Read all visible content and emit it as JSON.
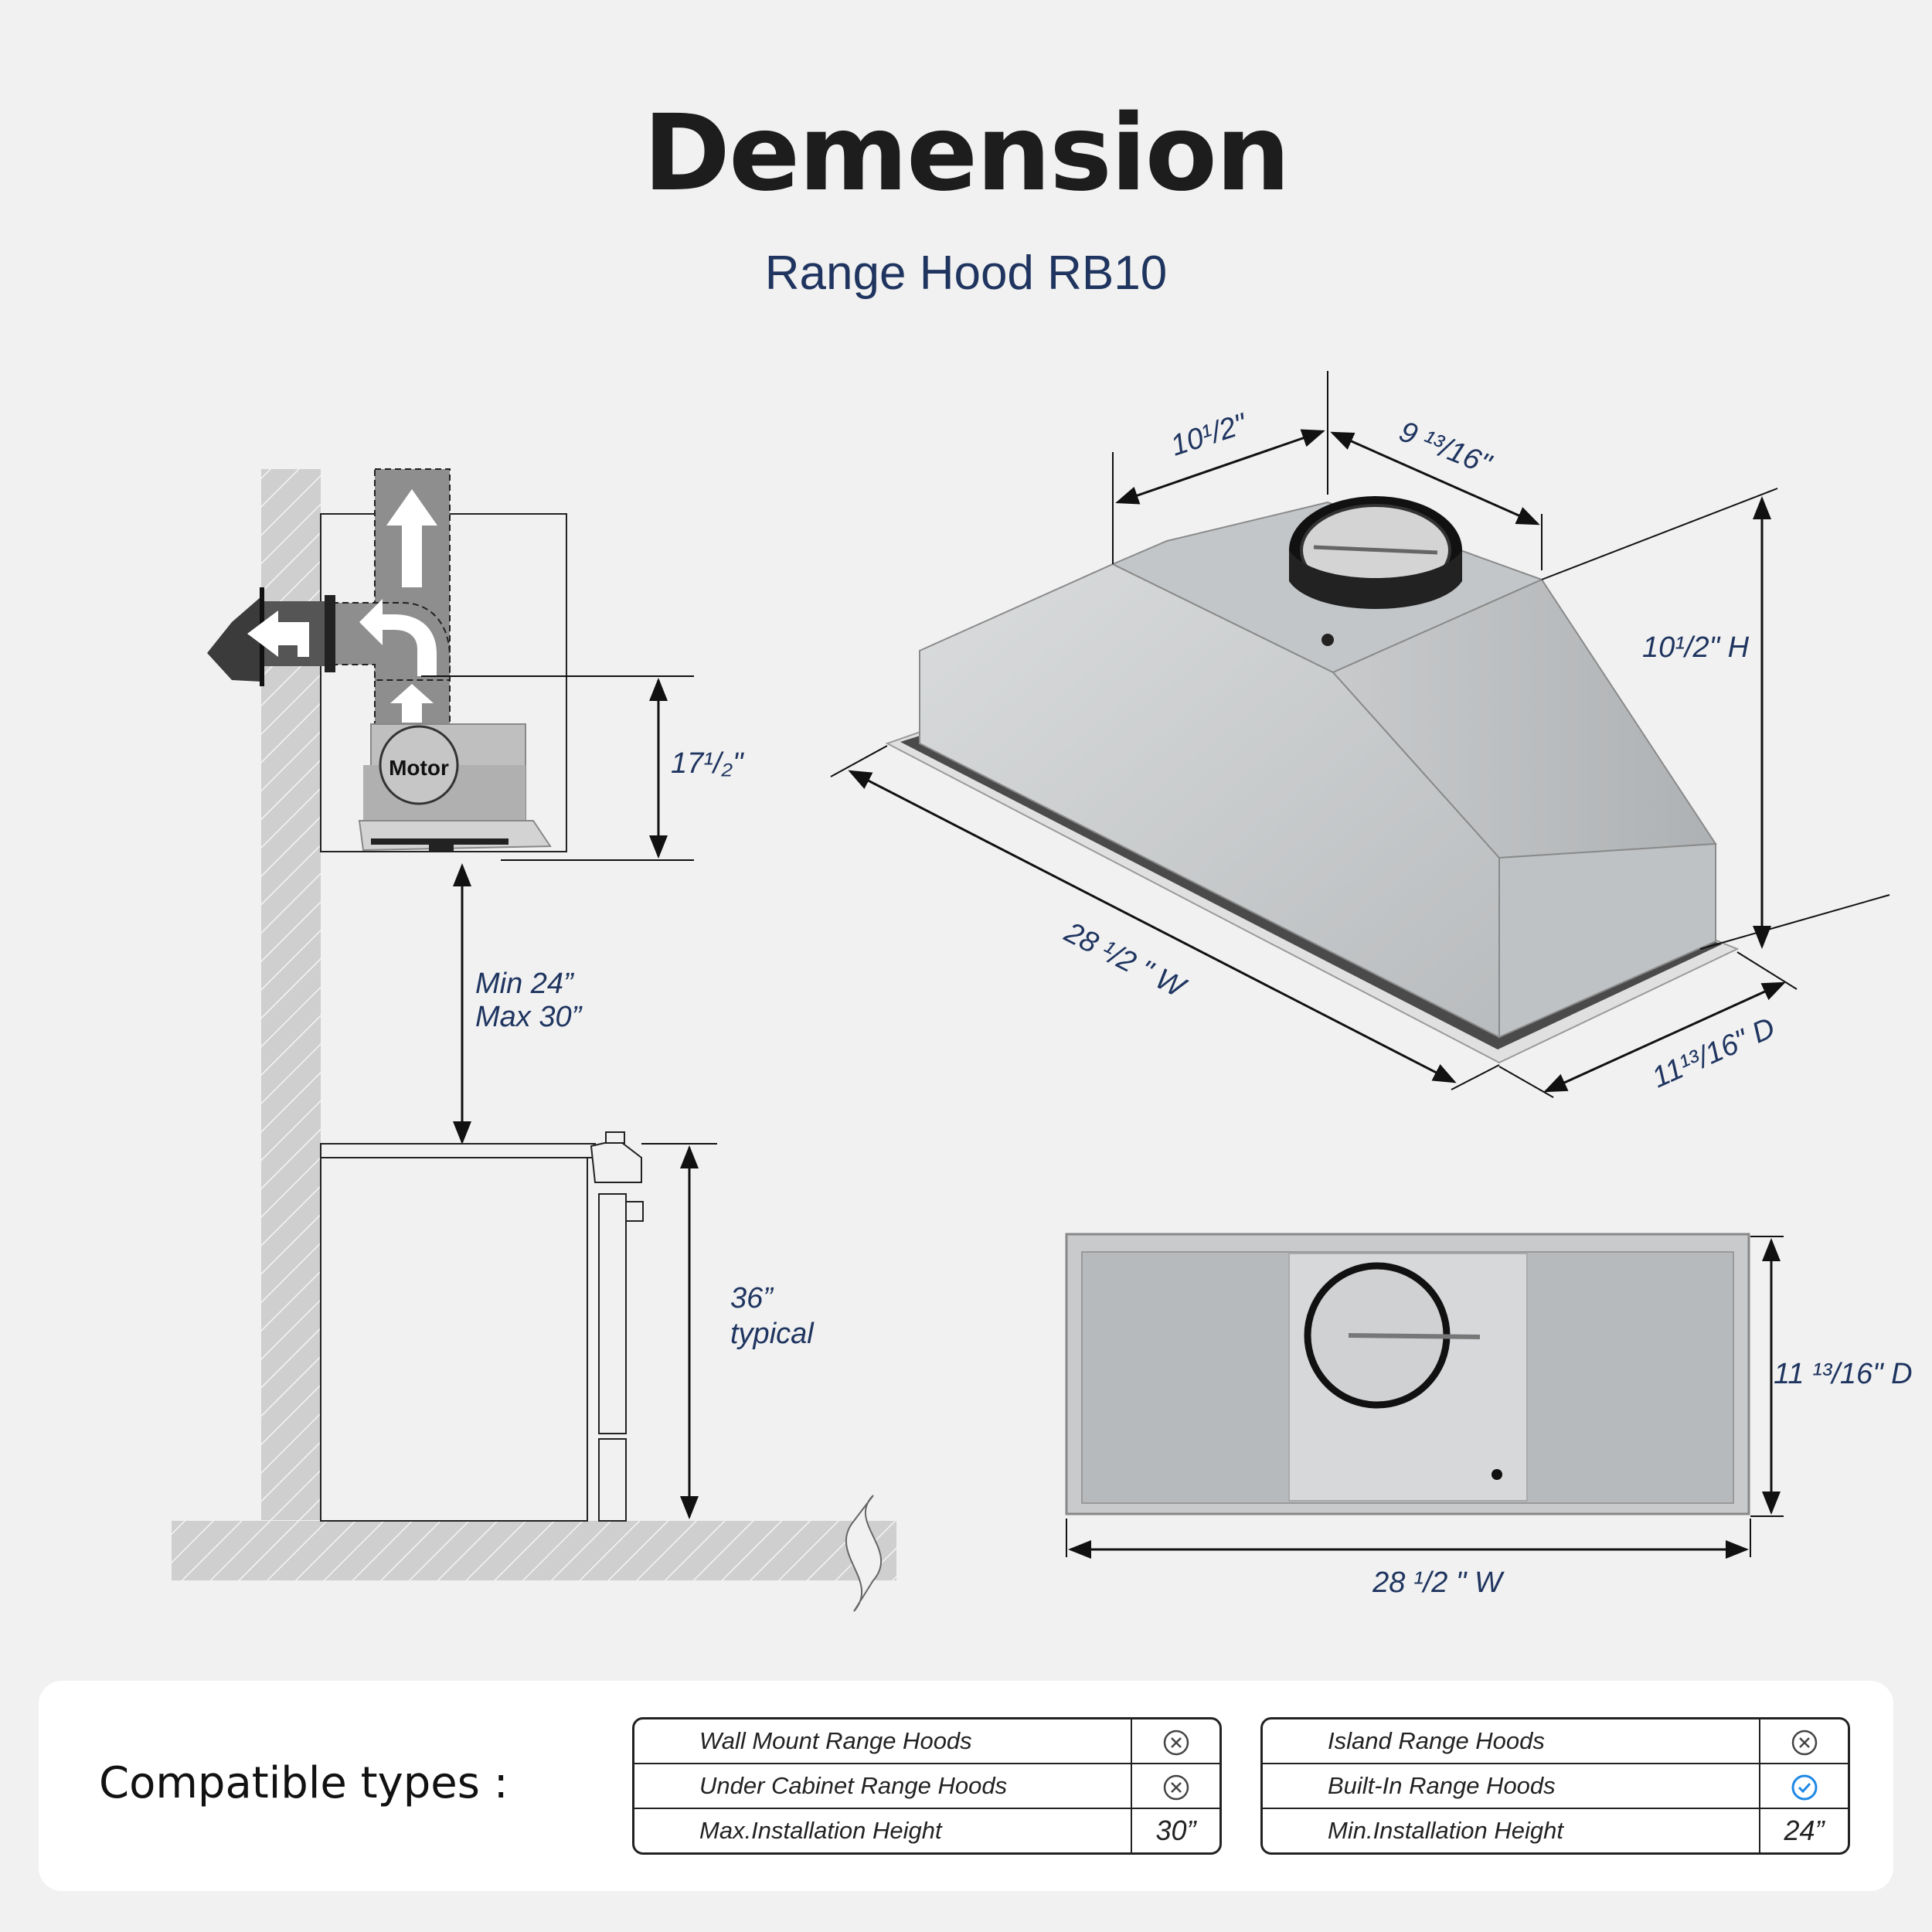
{
  "header": {
    "title": "Demension",
    "subtitle": "Range Hood  RB10"
  },
  "side_view": {
    "motor_label": "Motor",
    "hood_height": "17¹/₂\"",
    "clearance_min": "Min 24”",
    "clearance_max": "Max 30”",
    "counter_height": "36”",
    "counter_note": "typical"
  },
  "iso_view": {
    "top_depth": "10¹/2\"",
    "top_width": "9 ¹³/16\"",
    "height": "10¹/2\" H",
    "width": "28 ¹/2 \" W",
    "depth": "11¹³/16\" D"
  },
  "bottom_view": {
    "depth": "11 ¹³/16\" D",
    "width": "28 ¹/2 \" W"
  },
  "compatible": {
    "label": "Compatible types :",
    "left_table": [
      {
        "name": "Wall Mount Range Hoods",
        "icon": "x-circle-icon",
        "value": ""
      },
      {
        "name": "Under Cabinet Range Hoods",
        "icon": "x-circle-icon",
        "value": ""
      },
      {
        "name": "Max.Installation Height",
        "icon": "",
        "value": "30”"
      }
    ],
    "right_table": [
      {
        "name": "Island Range Hoods",
        "icon": "x-circle-icon",
        "value": ""
      },
      {
        "name": "Built-In Range Hoods",
        "icon": "check-circle-icon",
        "value": ""
      },
      {
        "name": "Min.Installation Height",
        "icon": "",
        "value": "24”"
      }
    ]
  },
  "colors": {
    "navy_text": "#1f3560",
    "check_blue": "#1e88e5",
    "steel": "#c9cbcd"
  }
}
